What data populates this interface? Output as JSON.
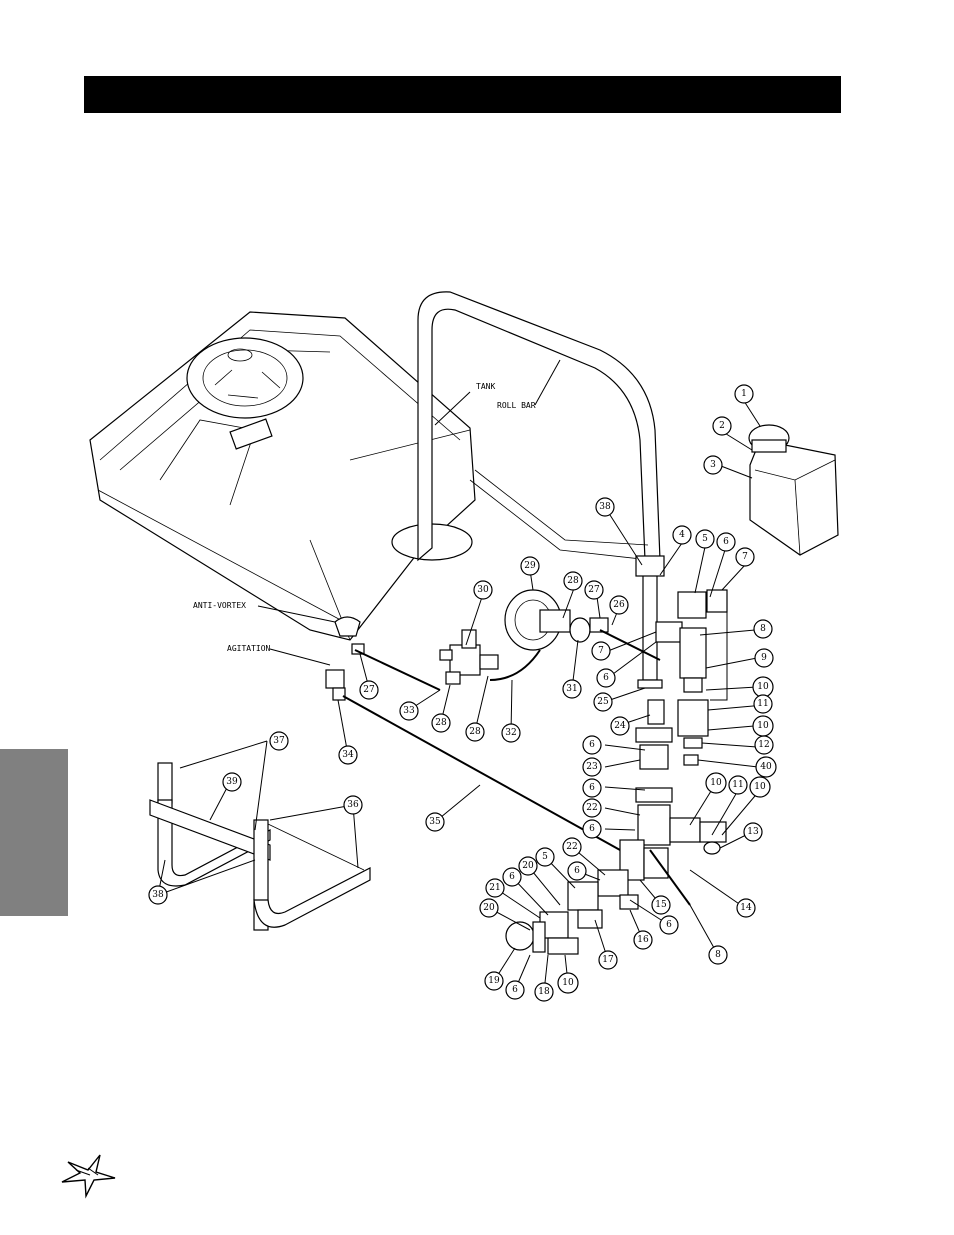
{
  "header": {
    "title": ""
  },
  "labels": {
    "tank": "TANK",
    "roll_bar": "ROLL BAR",
    "anti_vortex": "ANTI-VORTEX",
    "agitation": "AGITATION"
  },
  "callouts": {
    "c1": "1",
    "c2": "2",
    "c3": "3",
    "c4": "4",
    "c5a": "5",
    "c6a": "6",
    "c7a": "7",
    "c8a": "8",
    "c9": "9",
    "c10a": "10",
    "c7b": "7",
    "c6b": "6",
    "c11a": "11",
    "c10b": "10",
    "c12": "12",
    "c40": "40",
    "c38a": "38",
    "c29": "29",
    "c28a": "28",
    "c27a": "27",
    "c26": "26",
    "c30": "30",
    "c31": "31",
    "c25": "25",
    "c24": "24",
    "c6c": "6",
    "c23": "23",
    "c6d": "6",
    "c22a": "22",
    "c6e": "6",
    "c27b": "27",
    "c33": "33",
    "c28b": "28",
    "c28c": "28",
    "c32": "32",
    "c34": "34",
    "c35": "35",
    "c37": "37",
    "c39": "39",
    "c36": "36",
    "c38b": "38",
    "c10c": "10",
    "c11b": "11",
    "c10d": "10",
    "c13": "13",
    "c14": "14",
    "c15": "15",
    "c6f": "6",
    "c8b": "8",
    "c22b": "22",
    "c5b": "5",
    "c6g": "6",
    "c20a": "20",
    "c6h": "6",
    "c21": "21",
    "c20b": "20",
    "c16": "16",
    "c17": "17",
    "c19": "19",
    "c6i": "6",
    "c18": "18",
    "c10e": "10"
  },
  "logo": {
    "name": "star-logo-icon"
  }
}
